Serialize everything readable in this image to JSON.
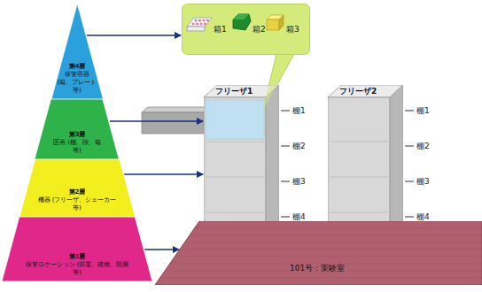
{
  "diagram": {
    "nodes": [
      {
        "text": [
          "第4層",
          "保管容器 (箱、プレート等)"
        ]
      },
      {
        "text": [
          "第3層",
          "区画 (棚、段、箱 等)"
        ]
      },
      {
        "text": [
          "第2層",
          "機器 (フリーザ、シェーカー等)"
        ]
      },
      {
        "text": [
          "第1層",
          "保管ロケーション (部屋、建物、階層 等)"
        ]
      },
      {
        "text": [
          "箱1",
          "箱2",
          "箱3"
        ]
      },
      {
        "text": [
          "フリーザ1"
        ]
      },
      {
        "text": [
          "フリーザ2"
        ]
      },
      {
        "text": [
          "101号：実験室"
        ]
      }
    ],
    "edges": [
      {
        "from": 0,
        "to": 4,
        "arrow": "to"
      },
      {
        "from": 1,
        "to": 5,
        "arrow": "to"
      },
      {
        "from": 2,
        "to": 5,
        "arrow": "to"
      },
      {
        "from": 3,
        "to": 7,
        "arrow": "to"
      }
    ],
    "labels": [
      "棚1",
      "棚2",
      "棚3",
      "棚4",
      "棚1",
      "棚2",
      "棚3",
      "棚4"
    ]
  }
}
